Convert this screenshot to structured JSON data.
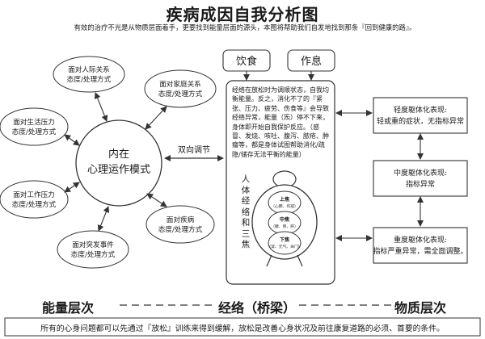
{
  "title": "疾病成因自我分析图",
  "subtitle": "有效的治疗不光是从物质层面着手，更要找到能量层面的源头，本图将帮助我们自发地找到那条『回到健康的路』。",
  "center_circle": {
    "line1": "内在",
    "line2": "心理运作模式"
  },
  "bidirectional_label": "双向调节",
  "satellites": [
    {
      "line1": "面对人际关系",
      "line2": "态度/处理方式"
    },
    {
      "line1": "面对家庭关系",
      "line2": "态度/处理方式"
    },
    {
      "line1": "面对生活压力",
      "line2": "态度/处理方式"
    },
    {
      "line1": "面对工作压力",
      "line2": "态度/处理方式"
    },
    {
      "line1": "面对疾病",
      "line2": "态度/处理方式"
    },
    {
      "line1": "面对突发事件",
      "line2": "态度/处理方式"
    }
  ],
  "top_boxes": {
    "diet": "饮食",
    "rest": "作息"
  },
  "center_description": "经络在放松时为调顺状态，自我均衡能量。反之，消化不了的『紧张、压力、疲劳、伤食等』会导致经络异常，能量（炁）停不下来，身体即开始自我保护反应。（感冒、发烧、咳吐、腹泻、脓疮、肿瘤等，都是身体试图帮助消化/疏隐/储存无法平衡的能量）",
  "vertical_label": "人体经络和三焦",
  "sanjiao": {
    "upper_title": "上焦",
    "upper_sub": "（心肺、作冠）",
    "middle_title": "中焦",
    "middle_sub": "（脾、胃、肝）",
    "lower_title": "下焦",
    "lower_sub": "（肾、元气、命门）"
  },
  "right_boxes": [
    {
      "line1": "轻度躯体化表现:",
      "line2": "轻或重的症状，无指标异常"
    },
    {
      "line1": "中度躯体化表现:",
      "line2": "指标异常"
    },
    {
      "line1": "重度躯体化表现:",
      "line2": "指标严重异常，需全面调整。"
    }
  ],
  "levels": {
    "energy": "能量层次",
    "meridian": "经络（桥梁）",
    "material": "物质层次"
  },
  "bottom_note": "所有的心身问题都可以先通过『放松』训练来得到缓解，放松是改善心身状况及前往康复道路的必须、首要的条件。"
}
